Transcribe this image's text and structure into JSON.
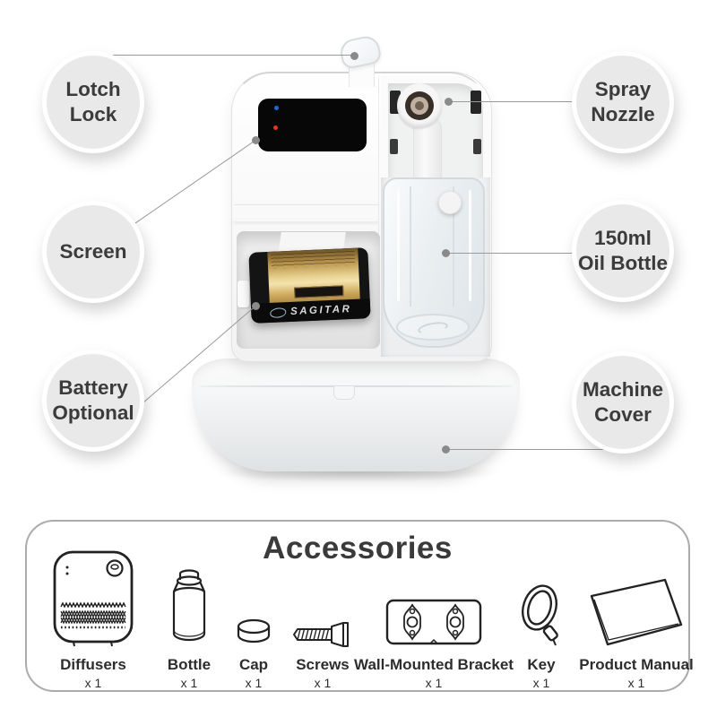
{
  "background": "#ffffff",
  "callouts": [
    {
      "id": "lotch-lock",
      "line1": "Lotch",
      "line2": "Lock"
    },
    {
      "id": "screen",
      "line1": "Screen",
      "line2": ""
    },
    {
      "id": "battery-optional",
      "line1": "Battery",
      "line2": "Optional"
    },
    {
      "id": "spray-nozzle",
      "line1": "Spray",
      "line2": "Nozzle"
    },
    {
      "id": "oil-bottle",
      "line1": "150ml",
      "line2": "Oil Bottle"
    },
    {
      "id": "machine-cover",
      "line1": "Machine",
      "line2": "Cover"
    }
  ],
  "device": {
    "battery_brand": "SAGITAR",
    "colors": {
      "screen": "#070707",
      "indicator_blue": "#2168d6",
      "indicator_red": "#df3a1a",
      "battery_gold": "#d9b96a"
    }
  },
  "accessories": {
    "title": "Accessories",
    "items": [
      {
        "name": "Diffusers",
        "qty": "x 1"
      },
      {
        "name": "Bottle",
        "qty": "x 1"
      },
      {
        "name": "Cap",
        "qty": "x 1"
      },
      {
        "name": "Screws",
        "qty": "x 1"
      },
      {
        "name": "Wall-Mounted Bracket",
        "qty": "x 1"
      },
      {
        "name": "Key",
        "qty": "x 1"
      },
      {
        "name": "Product Manual",
        "qty": "x 1"
      }
    ]
  },
  "style": {
    "callout_fill": "#e9e9e9",
    "callout_text": "#3b3b3b",
    "line_color": "#9a9a9a",
    "accessory_border": "#ababab"
  }
}
